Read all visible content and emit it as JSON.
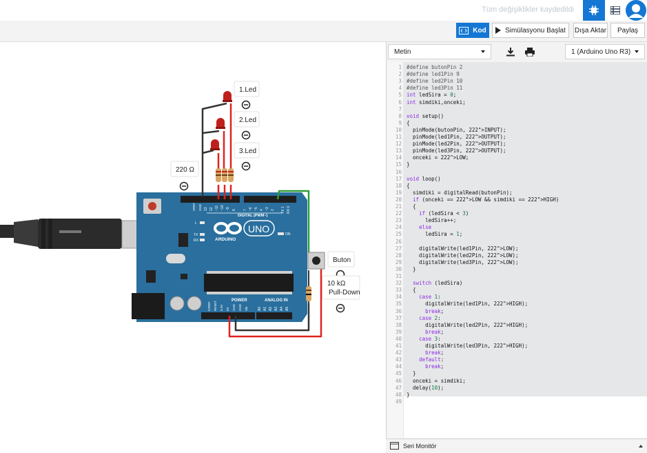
{
  "topbar": {
    "saved_status": "Tüm değişiklikler kaydedildi",
    "icons": [
      "chip-icon",
      "list-icon",
      "user-avatar-icon"
    ]
  },
  "toolbar": {
    "code_button": "Kod",
    "simulate_button": "Simülasyonu Başlat",
    "export_button": "Dışa Aktar",
    "share_button": "Paylaş"
  },
  "code_panel": {
    "mode": "Metin",
    "device": "1 (Arduino Uno R3)",
    "line_numbers": [
      "1",
      "2",
      "3",
      "4",
      "5",
      "6",
      "7",
      "8",
      "9",
      "10",
      "11",
      "12",
      "13",
      "14",
      "15",
      "16",
      "17",
      "18",
      "19",
      "20",
      "21",
      "22",
      "23",
      "24",
      "25",
      "26",
      "27",
      "28",
      "29",
      "30",
      "31",
      "32",
      "33",
      "34",
      "35",
      "36",
      "37",
      "38",
      "39",
      "40",
      "41",
      "42",
      "43",
      "44",
      "45",
      "46",
      "47",
      "48",
      "49"
    ],
    "lines": [
      "#define butonPin 2",
      "#define led1Pin 9",
      "#define led2Pin 10",
      "#define led3Pin 11",
      "int ledSira = 0;",
      "int simdiki,onceki;",
      "",
      "void setup()",
      "{",
      "  pinMode(butonPin, INPUT);",
      "  pinMode(led1Pin, OUTPUT);",
      "  pinMode(led2Pin, OUTPUT);",
      "  pinMode(led3Pin, OUTPUT);",
      "  onceki = LOW;",
      "}",
      "",
      "void loop()",
      "{",
      "  simdiki = digitalRead(butonPin);",
      "  if (onceki == LOW && simdiki == HIGH)",
      "  {",
      "    if (ledSira < 3)",
      "      ledSira++;",
      "    else",
      "      ledSira = 1;",
      "",
      "    digitalWrite(led1Pin, LOW);",
      "    digitalWrite(led2Pin, LOW);",
      "    digitalWrite(led3Pin, LOW);",
      "  }",
      "",
      "  switch (ledSira)",
      "  {",
      "    case 1:",
      "      digitalWrite(led1Pin, HIGH);",
      "      break;",
      "    case 2:",
      "      digitalWrite(led2Pin, HIGH);",
      "      break;",
      "    case 3:",
      "      digitalWrite(led3Pin, HIGH);",
      "      break;",
      "    default:",
      "      break;",
      "  }",
      "  onceki = simdiki;",
      "  delay(10);",
      "}",
      ""
    ]
  },
  "circuit": {
    "led1_label": "1.Led",
    "led2_label": "2.Led",
    "led3_label": "3.Led",
    "resistor_label": "220 Ω",
    "button_label": "Buton",
    "pulldown_value": "10 kΩ",
    "pulldown_label": "Pull-Down",
    "board_brand": "ARDUINO",
    "board_model": "UNO",
    "digital_header": "DIGITAL (PWM~)",
    "power_header": "POWER",
    "analog_header": "ANALOG IN",
    "on_label": "ON",
    "tx_label": "TX",
    "rx_label": "RX",
    "l_label": "L",
    "aref_label": "AREF",
    "gnd_label": "GND",
    "digital_pins": [
      "13",
      "12",
      "~11",
      "~10",
      "~9",
      "8",
      "7",
      "~6",
      "~5",
      "4",
      "~3",
      "2",
      "TX 1",
      "RX 0"
    ],
    "power_pins": [
      "IOREF",
      "RESET",
      "3.3V",
      "5V",
      "GND",
      "GND",
      "Vin"
    ],
    "analog_pins": [
      "A0",
      "A1",
      "A2",
      "A3",
      "A4",
      "A5"
    ]
  },
  "status": {
    "serial_monitor": "Seri Monitör"
  },
  "colors": {
    "accent": "#1477d4",
    "board": "#2a6f9e",
    "wire_green": "#2e9b3a",
    "wire_red": "#e0221f",
    "wire_black": "#333333"
  }
}
